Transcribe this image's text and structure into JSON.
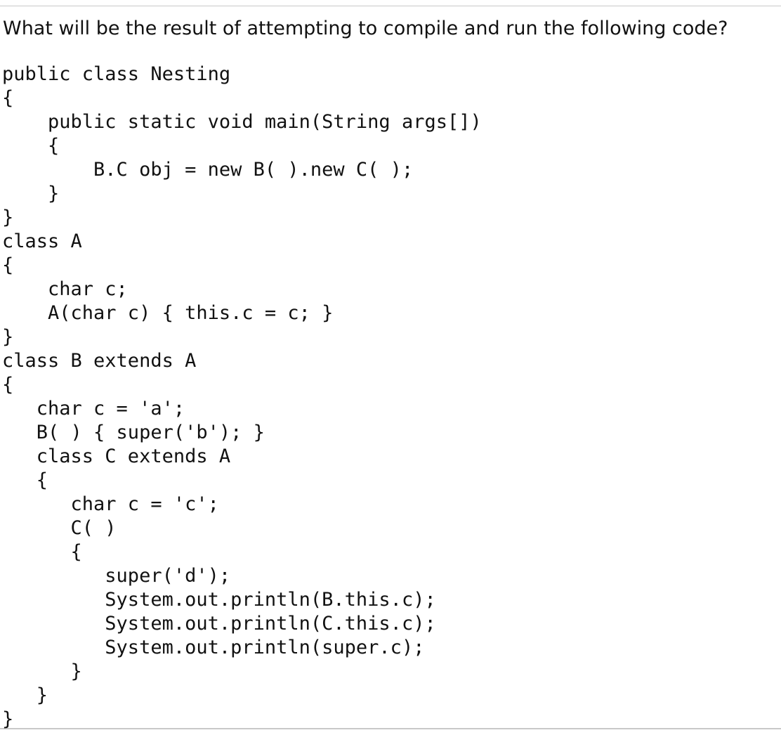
{
  "question": "What will be the result of attempting to compile and run the following code?",
  "code_lines": [
    "public class Nesting",
    "{",
    "    public static void main(String args[])",
    "    {",
    "        B.C obj = new B( ).new C( );",
    "    }",
    "}",
    "class A",
    "{",
    "    char c;",
    "    A(char c) { this.c = c; }",
    "}",
    "class B extends A",
    "{",
    "   char c = 'a';",
    "   B( ) { super('b'); }",
    "   class C extends A",
    "   {",
    "      char c = 'c';",
    "      C( )",
    "      {",
    "         super('d');",
    "         System.out.println(B.this.c);",
    "         System.out.println(C.this.c);",
    "         System.out.println(super.c);",
    "      }",
    "   }",
    "}"
  ]
}
